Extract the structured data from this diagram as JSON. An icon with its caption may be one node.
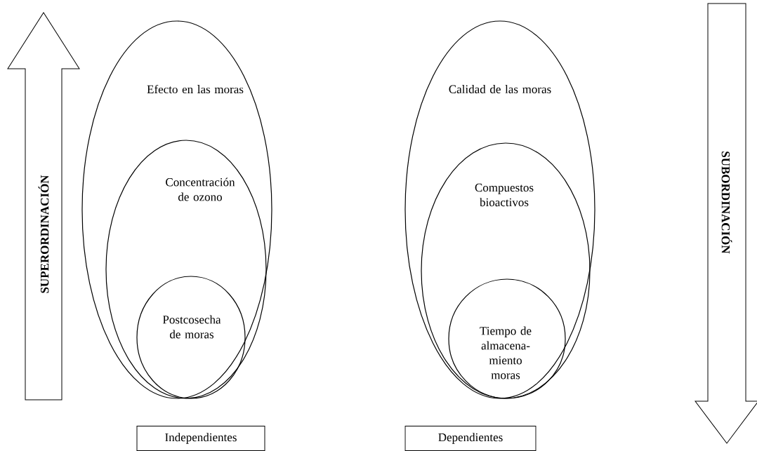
{
  "diagram": {
    "nodes": [
      {
        "text": [
          "SUPERORDINACIÓN"
        ]
      },
      {
        "text": [
          "Efecto en las moras"
        ]
      },
      {
        "text": [
          "Concentración de ozono"
        ],
        "in": 1
      },
      {
        "text": [
          "Postcosecha de moras"
        ],
        "in": 2
      },
      {
        "text": [
          "Independientes"
        ]
      },
      {
        "text": [
          "Calidad de las moras"
        ]
      },
      {
        "text": [
          "Compuestos bioactivos"
        ],
        "in": 5
      },
      {
        "text": [
          "Tiempo de almacena- miento moras"
        ],
        "in": 6
      },
      {
        "text": [
          "Dependientes"
        ]
      },
      {
        "text": [
          "SUBORDINACIÓN"
        ]
      }
    ],
    "edges": []
  }
}
